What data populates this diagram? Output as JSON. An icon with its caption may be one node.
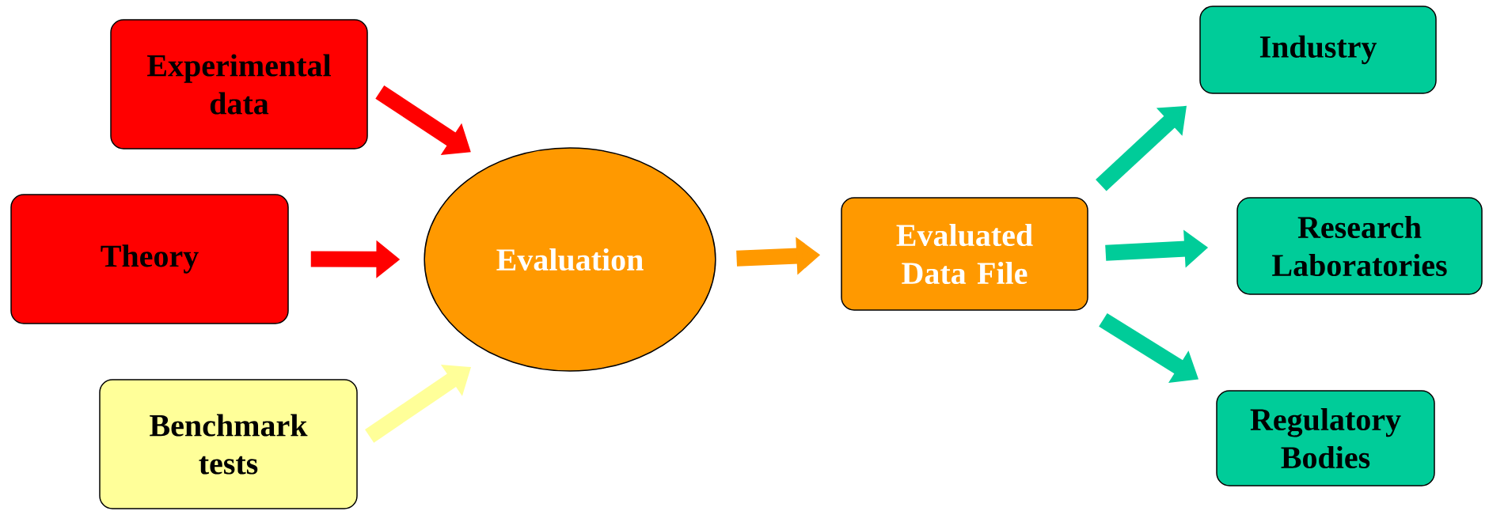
{
  "diagram": {
    "nodes": [
      {
        "text": [
          "Experimental data"
        ]
      },
      {
        "text": [
          "Theory"
        ]
      },
      {
        "text": [
          "Benchmark tests"
        ]
      },
      {
        "text": [
          "Evaluation"
        ]
      },
      {
        "text": [
          "Evaluated Data File"
        ]
      },
      {
        "text": [
          "Industry"
        ]
      },
      {
        "text": [
          "Research Laboratories"
        ]
      },
      {
        "text": [
          "Regulatory Bodies"
        ]
      }
    ],
    "edges": [
      {
        "from": 0,
        "to": 3,
        "arrow": "to",
        "color": "#ff0000"
      },
      {
        "from": 1,
        "to": 3,
        "arrow": "to",
        "color": "#ff0000"
      },
      {
        "from": 2,
        "to": 3,
        "arrow": "to",
        "color": "#ffff99"
      },
      {
        "from": 3,
        "to": 4,
        "arrow": "to",
        "color": "#ff9900"
      },
      {
        "from": 4,
        "to": 5,
        "arrow": "to",
        "color": "#00cc99"
      },
      {
        "from": 4,
        "to": 6,
        "arrow": "to",
        "color": "#00cc99"
      },
      {
        "from": 4,
        "to": 7,
        "arrow": "to",
        "color": "#00cc99"
      }
    ]
  }
}
